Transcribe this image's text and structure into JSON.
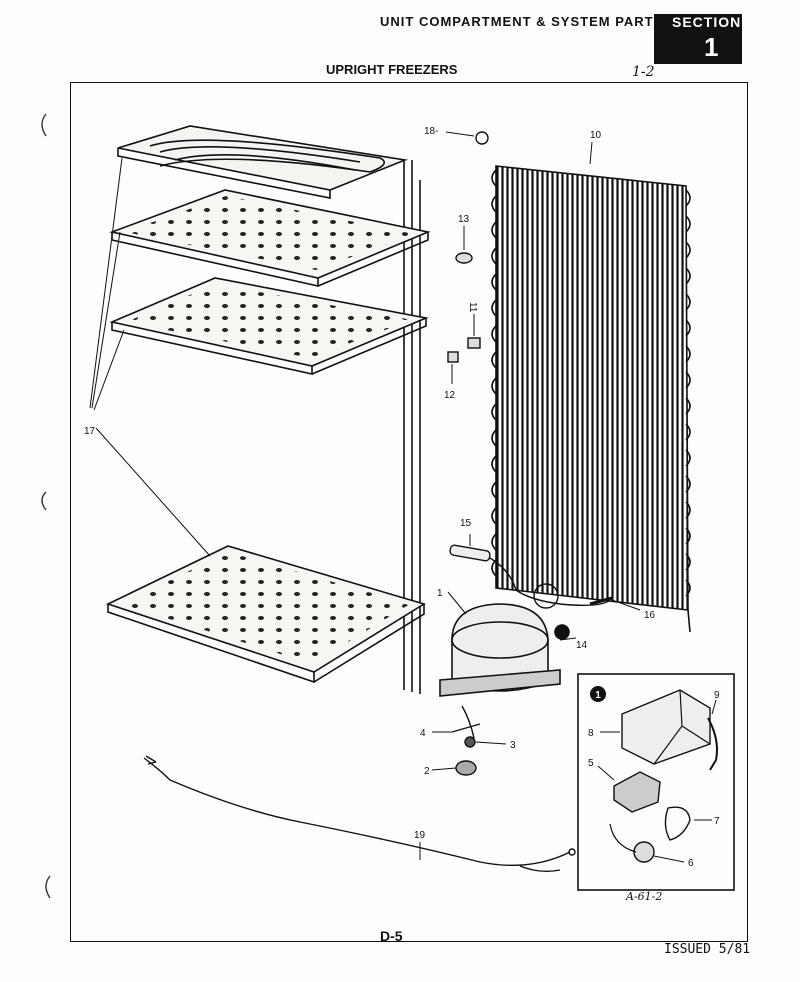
{
  "header": {
    "title": "UNIT COMPARTMENT & SYSTEM PARTS",
    "section_label": "SECTION",
    "section_number": "1",
    "subtitle": "UPRIGHT FREEZERS",
    "page_ref": "1-2"
  },
  "inset": {
    "marker": "1",
    "caption": "A-61-2"
  },
  "footer": {
    "page_code": "D-5",
    "issued": "ISSUED 5/81"
  },
  "callouts": {
    "c1": "1",
    "c2": "2",
    "c3": "3",
    "c4": "4",
    "c5": "5",
    "c6": "6",
    "c7": "7",
    "c8": "8",
    "c9": "9",
    "c10": "10",
    "c11": "11",
    "c12": "12",
    "c13": "13",
    "c14": "14",
    "c15": "15",
    "c16": "16",
    "c17": "17",
    "c18": "18-",
    "c19": "19"
  }
}
